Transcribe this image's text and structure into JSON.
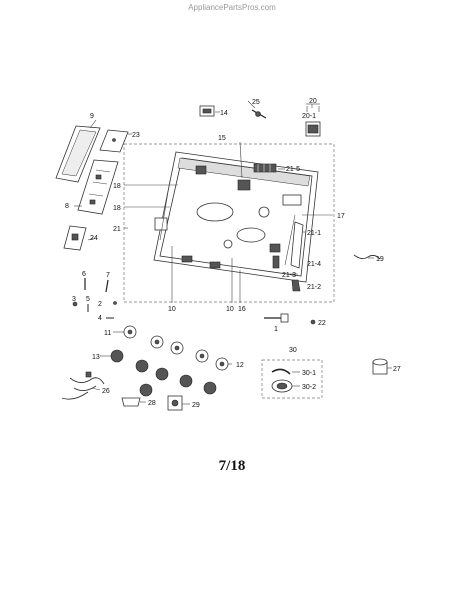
{
  "header": {
    "site": "AppliancePartsPros.com"
  },
  "footer": {
    "page_number": "7/18"
  },
  "labels": {
    "p1": "1",
    "p2": "2",
    "p4": "4",
    "p5": "5",
    "p3": "3",
    "p6": "6",
    "p7": "7",
    "p8": "8",
    "p9": "9",
    "p10a": "10",
    "p10b": "10",
    "p11": "11",
    "p12": "12",
    "p13": "13",
    "p14": "14",
    "p15": "15",
    "p16": "16",
    "p17": "17",
    "p18a": "18",
    "p18b": "18",
    "p19": "19",
    "p20": "20",
    "p20_1": "20-1",
    "p21": "21",
    "p21_1": "21-1",
    "p21_2": "21-2",
    "p21_3": "21-3",
    "p21_4": "21-4",
    "p21_5": "21-5",
    "p22": "22",
    "p23": "23",
    "p24": "24",
    "p25": "25",
    "p26": "26",
    "p27": "27",
    "p28": "28",
    "p29": "29",
    "p30": "30",
    "p30_1": "30-1",
    "p30_2": "30-2"
  }
}
